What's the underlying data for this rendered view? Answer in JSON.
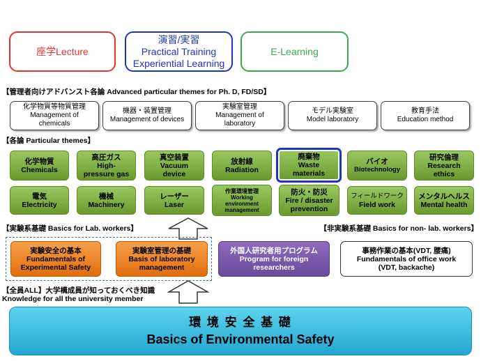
{
  "legend": {
    "lecture": "座学Lecture",
    "practical": [
      "演習/実習",
      "Practical Training",
      "Experiential Learning"
    ],
    "elearning": "E-Learning"
  },
  "advanced": {
    "heading": "【管理者向けアドバンスト各論 Advanced particular themes for Ph. D, FD/SD】",
    "items": [
      [
        "化学物質等物質管理",
        "Management of",
        "chemicals"
      ],
      [
        "機器・装置管理",
        "Management of devices"
      ],
      [
        "実験室管理",
        "Management of",
        "laboratory"
      ],
      [
        "モデル実験室",
        "Model laboratory"
      ],
      [
        "教育手法",
        "Education method"
      ]
    ]
  },
  "particular": {
    "heading": "【各論 Particular themes】",
    "row1": [
      [
        "化学物質",
        "Chemicals"
      ],
      [
        "高圧ガス",
        "High-",
        "pressure gas"
      ],
      [
        "真空装置",
        "Vacuum",
        "device"
      ],
      [
        "放射線",
        "Radiation"
      ],
      [
        "廃棄物",
        "Waste",
        "materials"
      ],
      [
        "バイオ",
        "Biotechnology"
      ],
      [
        "研究倫理",
        "Research",
        "ethics"
      ]
    ],
    "row2": [
      [
        "電気",
        "Electricity"
      ],
      [
        "機械",
        "Machinery"
      ],
      [
        "レーザー",
        "Laser"
      ],
      [
        "作業環境管理",
        "Working",
        "environment",
        "management"
      ],
      [
        "防火・防災",
        "Fire / disaster",
        "prevention"
      ],
      [
        "フィールドワーク",
        "Field work"
      ],
      [
        "メンタルヘルス",
        "Mental health"
      ]
    ]
  },
  "basics": {
    "lab_heading": "【実験系基礎 Basics for Lab. workers】",
    "nonlab_heading": "【非実験系基礎 Basics for non- lab. workers】",
    "lab_safety": [
      "実験安全の基本",
      "Fundamentals of",
      "Experimental Safety"
    ],
    "lab_management": [
      "実験室管理の基礎",
      "Basis of laboratory",
      "management"
    ],
    "foreign": [
      "外国人研究者用プログラム",
      "Program for foreign",
      "researchers"
    ],
    "office": [
      "事務作業の基本(VDT, 腰痛)",
      "Fundamentals of office work",
      "(VDT, backache)"
    ]
  },
  "all": {
    "heading_jp": "【全員ALL】大学構成員が知っておくべき知識",
    "heading_en": "Knowledge for all the university member"
  },
  "base": {
    "jp": "環 境 安 全 基 礎",
    "en": "Basics of Environmental Safety"
  },
  "colors": {
    "lecture": "#e8322a",
    "practical": "#1e36b8",
    "elearning": "#3daa4a"
  }
}
